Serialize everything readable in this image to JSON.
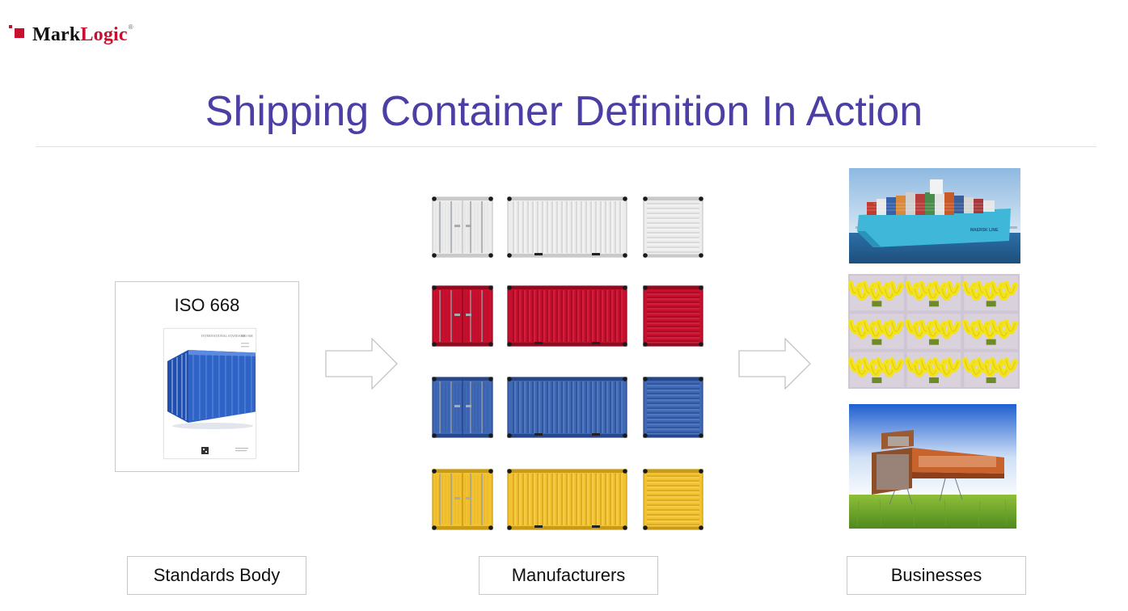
{
  "brand": {
    "part1": "Mark",
    "part2": "Logic",
    "reg": "®",
    "mark_color": "#c8102e"
  },
  "title": "Shipping Container Definition In Action",
  "title_color": "#4b3fa5",
  "standard": {
    "title": "ISO 668",
    "doc_header_left": "INTERNATIONAL STANDARD",
    "doc_header_right": "ISO 668"
  },
  "labels": {
    "standards_body": "Standards Body",
    "manufacturers": "Manufacturers",
    "businesses": "Businesses"
  },
  "container_colors": [
    {
      "name": "white",
      "base": "#ececec",
      "dark": "#c9c9c9",
      "light": "#fafafa"
    },
    {
      "name": "red",
      "base": "#c8102e",
      "dark": "#8e0b20",
      "light": "#e23a52"
    },
    {
      "name": "blue",
      "base": "#3f68b5",
      "dark": "#27478a",
      "light": "#6b8fd2"
    },
    {
      "name": "yellow",
      "base": "#f2c230",
      "dark": "#c99a16",
      "light": "#fbd96a"
    }
  ],
  "icons": [
    "arrow-right-icon",
    "container-door-icon",
    "container-side-icon",
    "container-end-icon",
    "ship-icon",
    "bananas-icon",
    "container-house-icon"
  ]
}
